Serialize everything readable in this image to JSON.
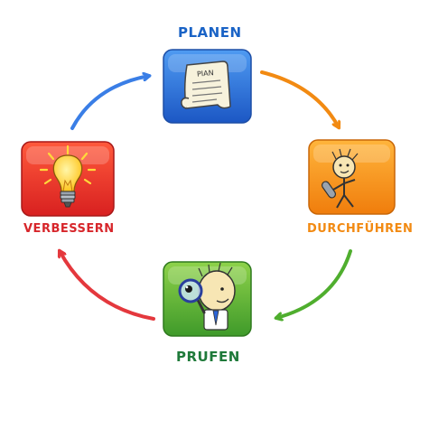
{
  "steps": [
    {
      "id": "planen",
      "label": "PLANEN",
      "color": "#1a63c6",
      "icon": "scroll-icon",
      "icon_text": "PIAN"
    },
    {
      "id": "durchfuehren",
      "label": "DURCHFÜHREN",
      "color": "#f28a12",
      "icon": "walking-figure-icon"
    },
    {
      "id": "pruefen",
      "label": "PRUFEN",
      "color": "#1f7a3a",
      "icon": "magnifier-figure-icon"
    },
    {
      "id": "verbessern",
      "label": "VERBESSERN",
      "color": "#d7262b",
      "icon": "lightbulb-icon"
    }
  ],
  "arrows": [
    {
      "from": "verbessern",
      "to": "planen",
      "color": "#3a7ee6"
    },
    {
      "from": "planen",
      "to": "durchfuehren",
      "color": "#f28a12"
    },
    {
      "from": "durchfuehren",
      "to": "pruefen",
      "color": "#4fae2e"
    },
    {
      "from": "pruefen",
      "to": "verbessern",
      "color": "#e4383d"
    }
  ]
}
